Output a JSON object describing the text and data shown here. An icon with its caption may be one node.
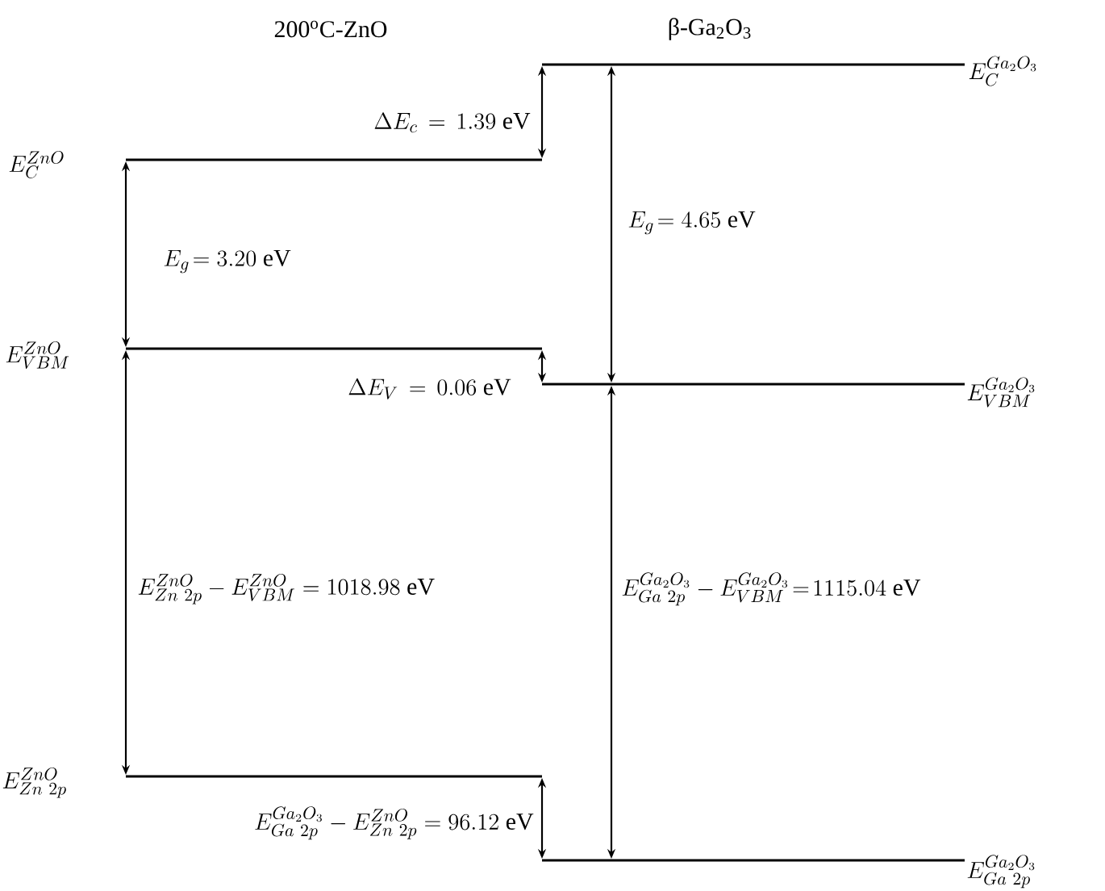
{
  "diagram": {
    "labels": [
      "200$^{o}$C-ZnO",
      "β-Ga$_{2}$O$_{3}$",
      "E_{C}^{Ga_2O_3}",
      "E_{C}^{ZnO}",
      "\\Delta E_c\\,=\\,1.39\\ \\mathrm{eV}",
      "E_g\\!=3.20\\ \\mathrm{eV}",
      "E_g\\!=4.65\\ \\mathrm{eV}",
      "E_{VBM}^{ZnO}",
      "\\Delta E_V\\,=\\,0.06\\ \\mathrm{eV}",
      "E_{VBM}^{Ga_2O_3}",
      "E_{Zn\\ 2p}^{ZnO}-E_{VBM}^{ZnO}=1018.98\\ \\mathrm{eV}",
      "E_{Ga\\ 2p}^{Ga_2O_3}-E_{VBM}^{Ga_2O_3}\\!=\\!1115.04\\ \\mathrm{eV}",
      "E_{Zn\\ 2p}^{ZnO}",
      "E_{Ga\\ 2p}^{Ga_2O_3}-E_{Zn\\ 2p}^{ZnO}=96.12\\ \\mathrm{eV}",
      "E_{Ga\\ 2p}^{Ga_2O_3}"
    ]
  }
}
